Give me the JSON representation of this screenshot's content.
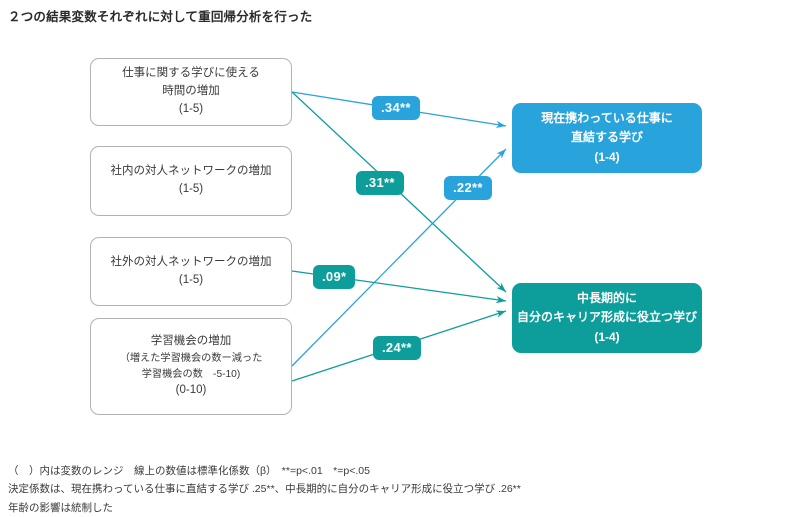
{
  "title": "２つの結果変数それぞれに対して重回帰分析を行った",
  "colors": {
    "blue": "#29A3DC",
    "teal": "#0D9E9B",
    "box_border": "#b0b3b5",
    "text": "#333333",
    "background": "#ffffff"
  },
  "predictors": [
    {
      "id": "time-for-work-learning",
      "lines": [
        "仕事に関する学びに使える",
        "時間の増加",
        "(1-5)"
      ],
      "range": "(1-5)"
    },
    {
      "id": "internal-network",
      "lines": [
        "社内の対人ネットワークの増加",
        "(1-5)"
      ],
      "range": "(1-5)"
    },
    {
      "id": "external-network",
      "lines": [
        "社外の対人ネットワークの増加",
        "(1-5)"
      ],
      "range": "(1-5)"
    },
    {
      "id": "learning-opportunities",
      "lines": [
        "学習機会の増加",
        "（増えた学習機会の数ー減った",
        "学習機会の数　-5-10)",
        "(0-10)"
      ],
      "range": "(0-10)"
    }
  ],
  "outcomes": [
    {
      "id": "direct-work-learning",
      "lines": [
        "現在携わっている仕事に",
        "直結する学び",
        "(1-4)"
      ],
      "color": "blue"
    },
    {
      "id": "career-building-learning",
      "lines": [
        "中長期的に",
        "自分のキャリア形成に役立つ学び",
        "(1-4)"
      ],
      "color": "teal"
    }
  ],
  "coefficients": [
    {
      "id": "path-time-to-direct",
      "label": ".34**",
      "color": "blue",
      "from": "time-for-work-learning",
      "to": "direct-work-learning"
    },
    {
      "id": "path-time-to-career",
      "label": ".31**",
      "color": "teal",
      "from": "time-for-work-learning",
      "to": "career-building-learning"
    },
    {
      "id": "path-learnopp-to-direct",
      "label": ".22**",
      "color": "blue",
      "from": "learning-opportunities",
      "to": "direct-work-learning"
    },
    {
      "id": "path-extnetwork-to-career",
      "label": ".09*",
      "color": "teal",
      "from": "external-network",
      "to": "career-building-learning"
    },
    {
      "id": "path-learnopp-to-career",
      "label": ".24**",
      "color": "teal",
      "from": "learning-opportunities",
      "to": "career-building-learning"
    }
  ],
  "notes": [
    "（　）内は変数のレンジ　線上の数値は標準化係数（β）　**=p<.01　*=p<.05",
    "決定係数は、現在携わっている仕事に直結する学び .25**、中長期的に自分のキャリア形成に役立つ学び .26**",
    "年齢の影響は統制した"
  ]
}
